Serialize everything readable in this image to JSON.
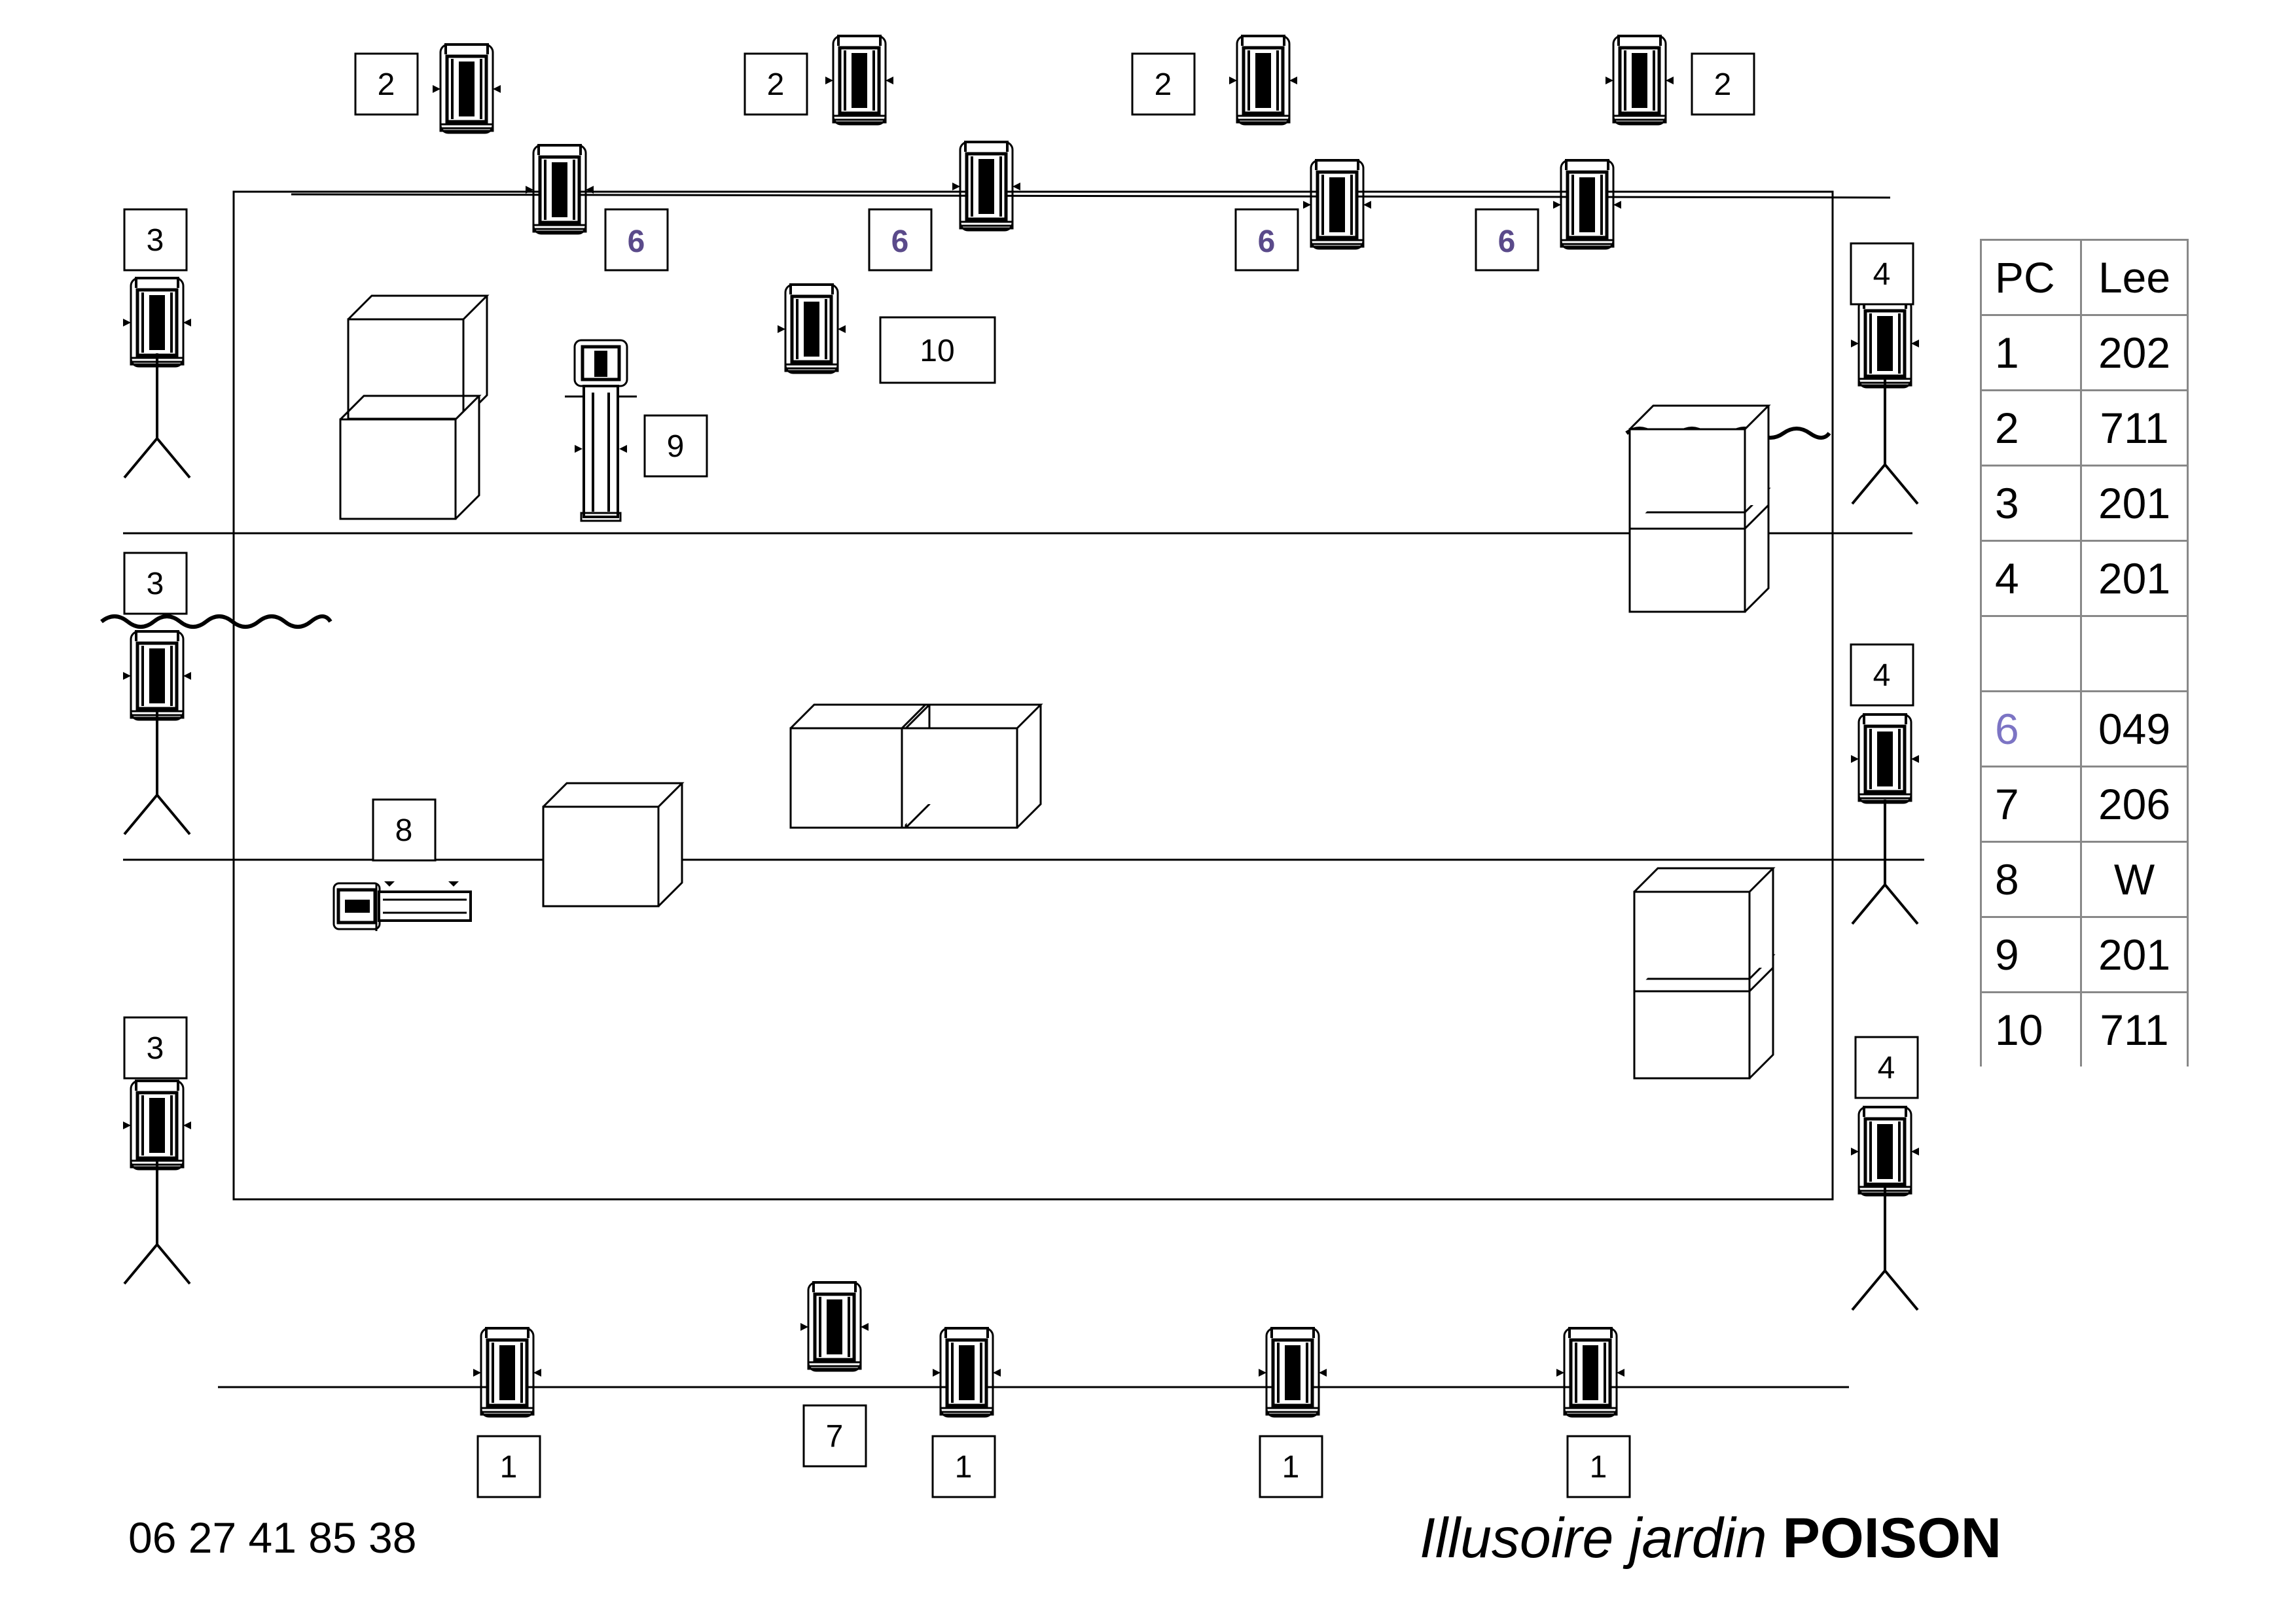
{
  "colors": {
    "line": "#000000",
    "channel_6": "#5a4a8a",
    "legend_6": "#7c74c4",
    "grid": "#888888"
  },
  "plan": {
    "fixtures": [
      {
        "channel": "2",
        "icon": "projector-icon"
      },
      {
        "channel": "2",
        "icon": "projector-icon"
      },
      {
        "channel": "2",
        "icon": "projector-icon"
      },
      {
        "channel": "2",
        "icon": "projector-icon"
      },
      {
        "channel": "6",
        "icon": "projector-icon"
      },
      {
        "channel": "6",
        "icon": "projector-icon"
      },
      {
        "channel": "6",
        "icon": "projector-icon"
      },
      {
        "channel": "6",
        "icon": "projector-icon"
      },
      {
        "channel": "3",
        "icon": "projector-on-stand-icon"
      },
      {
        "channel": "3",
        "icon": "projector-on-stand-icon"
      },
      {
        "channel": "3",
        "icon": "projector-on-stand-icon"
      },
      {
        "channel": "4",
        "icon": "projector-on-stand-icon"
      },
      {
        "channel": "4",
        "icon": "projector-on-stand-icon"
      },
      {
        "channel": "4",
        "icon": "projector-on-stand-icon"
      },
      {
        "channel": "1",
        "icon": "projector-icon"
      },
      {
        "channel": "1",
        "icon": "projector-icon"
      },
      {
        "channel": "1",
        "icon": "projector-icon"
      },
      {
        "channel": "1",
        "icon": "projector-icon"
      },
      {
        "channel": "7",
        "icon": "projector-icon"
      },
      {
        "channel": "8",
        "icon": "profile-spot-icon"
      },
      {
        "channel": "9",
        "icon": "vertical-profile-icon"
      },
      {
        "channel": "10",
        "icon": "projector-icon"
      }
    ],
    "labels": [
      "2",
      "2",
      "2",
      "2",
      "6",
      "6",
      "6",
      "6",
      "3",
      "3",
      "3",
      "4",
      "4",
      "4",
      "1",
      "1",
      "1",
      "1",
      "7",
      "8",
      "9",
      "10"
    ]
  },
  "legend": {
    "headers": [
      "PC",
      "Lee"
    ],
    "rows": [
      [
        "1",
        "202"
      ],
      [
        "2",
        "711"
      ],
      [
        "3",
        "201"
      ],
      [
        "4",
        "201"
      ],
      [
        "",
        ""
      ],
      [
        "6",
        "049"
      ],
      [
        "7",
        "206"
      ],
      [
        "8",
        "W"
      ],
      [
        "9",
        "201"
      ],
      [
        "10",
        "711"
      ]
    ]
  },
  "footer": {
    "phone": "06 27 41 85 38",
    "title_italic": "Illusoire jardin",
    "title_bold": "POISON"
  }
}
